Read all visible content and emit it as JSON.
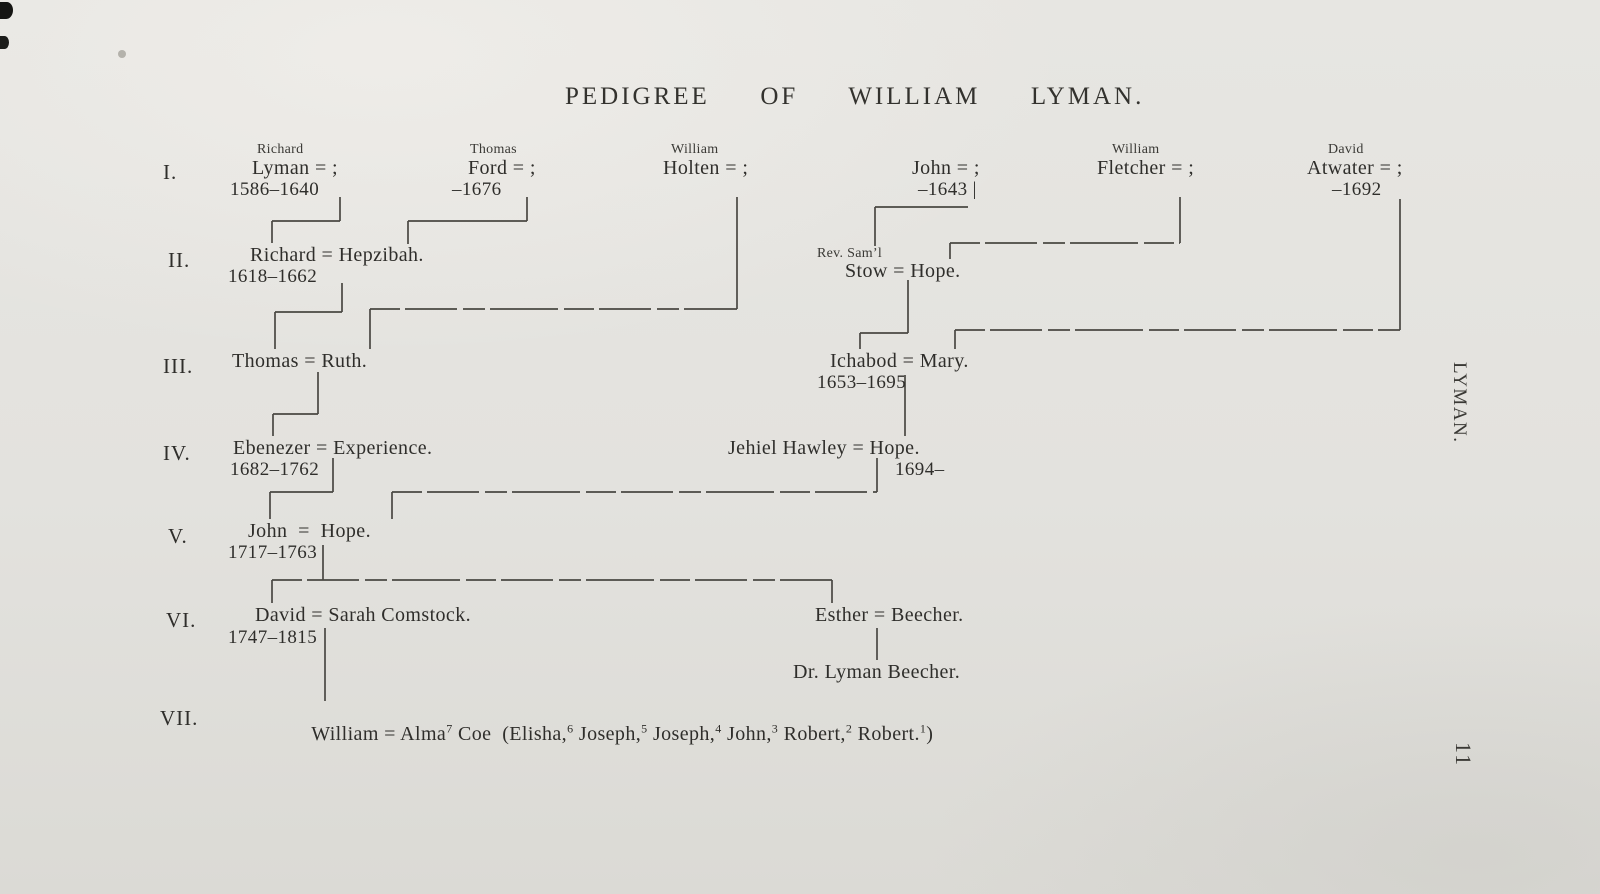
{
  "title": "PEDIGREE  OF  WILLIAM  LYMAN.",
  "margin": {
    "family_label": "LYMAN.",
    "page_number": "11"
  },
  "generations": [
    "I.",
    "II.",
    "III.",
    "IV.",
    "V.",
    "VI.",
    "VII."
  ],
  "people": {
    "richard_lyman": {
      "over": "Richard",
      "main": "Lyman = ;",
      "dates": "1586–1640"
    },
    "thomas_ford": {
      "over": "Thomas",
      "main": "Ford = ;",
      "dates": "–1676"
    },
    "william_holten": {
      "over": "William",
      "main": "Holten = ;"
    },
    "john_stow": {
      "main": "John = ;",
      "dates": "–1643 |"
    },
    "william_fletcher": {
      "over": "William",
      "main": "Fletcher = ;"
    },
    "david_atwater": {
      "over": "David",
      "main": "Atwater = ;",
      "dates": "–1692"
    },
    "richard_ii": {
      "main": "Richard = Hepzibah.",
      "dates": "1618–1662"
    },
    "samuel_stow": {
      "over": "Rev. Sam’l",
      "main": "Stow = Hope."
    },
    "thomas_iii": {
      "main": "Thomas = Ruth."
    },
    "ichabod_stow": {
      "main": "Ichabod = Mary.",
      "dates": "1653–1695"
    },
    "ebenezer": {
      "main": "Ebenezer = Experience.",
      "dates": "1682–1762"
    },
    "jehiel_hawley": {
      "main": "Jehiel Hawley = Hope.",
      "dates": "1694–"
    },
    "john_v": {
      "main": "John  =  Hope.",
      "dates": "1717–1763"
    },
    "david_vi": {
      "main": "David = Sarah Comstock.",
      "dates": "1747–1815"
    },
    "esther": {
      "main": "Esther = Beecher."
    },
    "lyman_beecher": {
      "main": "Dr. Lyman Beecher."
    },
    "william_vii": {
      "segments": [
        {
          "t": "William = Alma",
          "sup": "7"
        },
        {
          "t": " Coe  (Elisha,",
          "sup": "6"
        },
        {
          "t": " Joseph,",
          "sup": "5"
        },
        {
          "t": " Joseph,",
          "sup": "4"
        },
        {
          "t": " John,",
          "sup": "3"
        },
        {
          "t": " Robert,",
          "sup": "2"
        },
        {
          "t": " Robert.",
          "sup": "1"
        },
        {
          "t": ")"
        }
      ]
    }
  }
}
